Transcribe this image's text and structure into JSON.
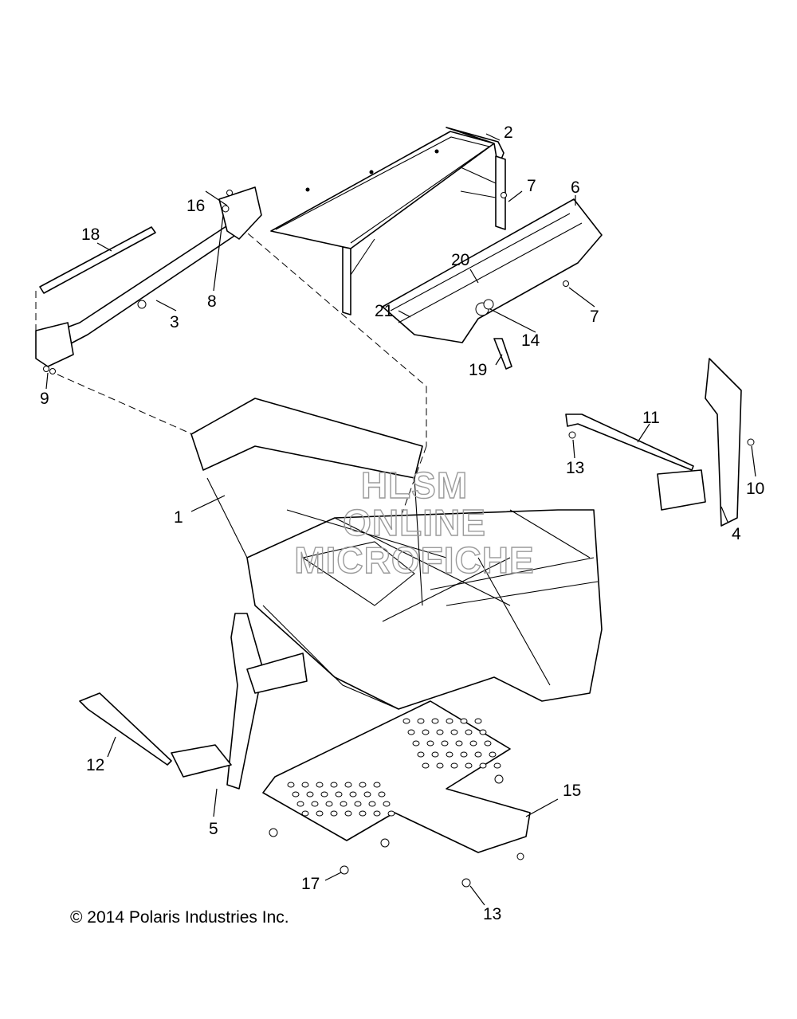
{
  "watermark": {
    "line1": "HLSM",
    "line2": "ONLINE",
    "line3": "MICROFICHE"
  },
  "callouts": [
    {
      "id": "c1",
      "label": "1"
    },
    {
      "id": "c2",
      "label": "2"
    },
    {
      "id": "c3",
      "label": "3"
    },
    {
      "id": "c4",
      "label": "4"
    },
    {
      "id": "c5",
      "label": "5"
    },
    {
      "id": "c6",
      "label": "6"
    },
    {
      "id": "c7a",
      "label": "7"
    },
    {
      "id": "c7b",
      "label": "7"
    },
    {
      "id": "c8",
      "label": "8"
    },
    {
      "id": "c9",
      "label": "9"
    },
    {
      "id": "c10",
      "label": "10"
    },
    {
      "id": "c11",
      "label": "11"
    },
    {
      "id": "c12",
      "label": "12"
    },
    {
      "id": "c13a",
      "label": "13"
    },
    {
      "id": "c13b",
      "label": "13"
    },
    {
      "id": "c14",
      "label": "14"
    },
    {
      "id": "c15",
      "label": "15"
    },
    {
      "id": "c16",
      "label": "16"
    },
    {
      "id": "c17",
      "label": "17"
    },
    {
      "id": "c18",
      "label": "18"
    },
    {
      "id": "c19",
      "label": "19"
    },
    {
      "id": "c20",
      "label": "20"
    },
    {
      "id": "c21",
      "label": "21"
    }
  ],
  "copyright": "© 2014 Polaris Industries Inc."
}
